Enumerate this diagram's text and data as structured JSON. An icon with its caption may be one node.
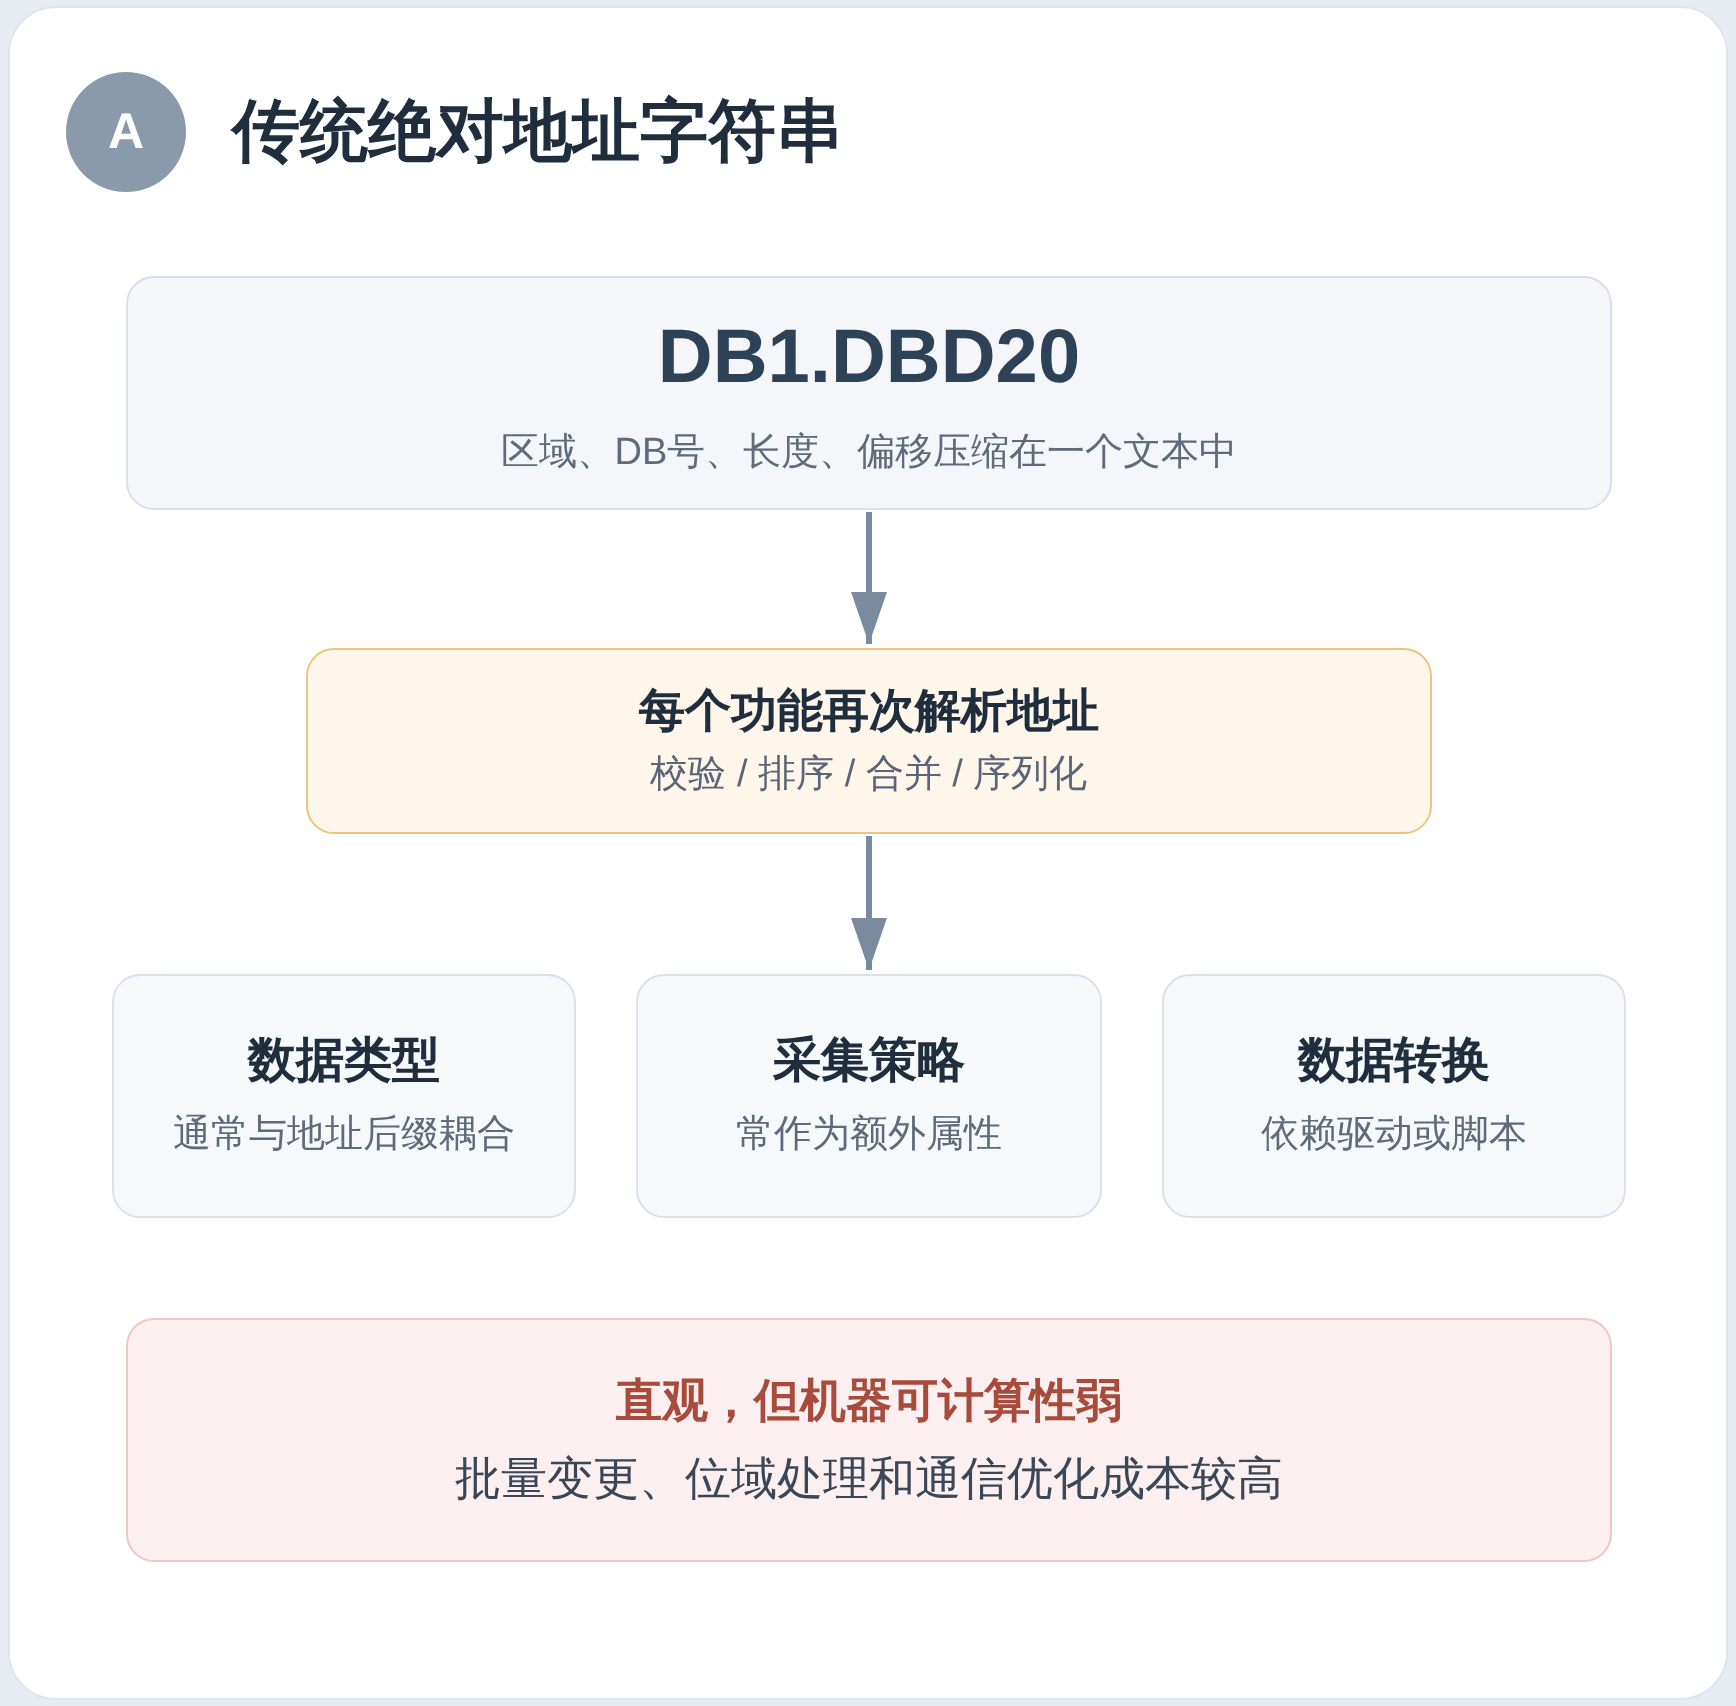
{
  "diagram": {
    "title": "传统绝对地址字符串",
    "nodes": [
      {
        "text": [
          "A"
        ]
      },
      {
        "text": [
          "DB1.DBD20",
          "区域、DB号、长度、偏移压缩在一个文本中"
        ]
      },
      {
        "text": [
          "每个功能再次解析地址",
          "校验 / 排序 / 合并 / 序列化"
        ]
      },
      {
        "text": [
          "数据类型",
          "通常与地址后缀耦合"
        ]
      },
      {
        "text": [
          "采集策略",
          "常作为额外属性"
        ]
      },
      {
        "text": [
          "数据转换",
          "依赖驱动或脚本"
        ]
      },
      {
        "text": [
          "直观，但机器可计算性弱",
          "批量变更、位域处理和通信优化成本较高"
        ]
      }
    ],
    "edges": [
      {
        "from": 1,
        "to": 2,
        "arrow": "to"
      },
      {
        "from": 2,
        "to": 4,
        "arrow": "to"
      }
    ]
  }
}
